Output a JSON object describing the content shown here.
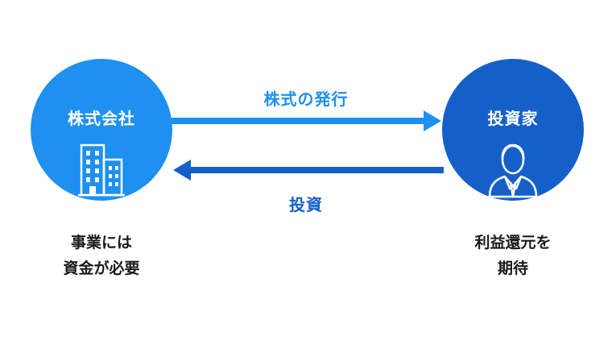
{
  "company": {
    "title": "株式会社",
    "caption_line1": "事業には",
    "caption_line2": "資金が必要",
    "icon": "building-icon",
    "color": "#1e90f0"
  },
  "investor": {
    "title": "投資家",
    "caption_line1": "利益還元を",
    "caption_line2": "期待",
    "icon": "investor-person-icon",
    "color": "#1560c8"
  },
  "flows": {
    "to_investor_label": "株式の発行",
    "to_company_label": "投資"
  }
}
